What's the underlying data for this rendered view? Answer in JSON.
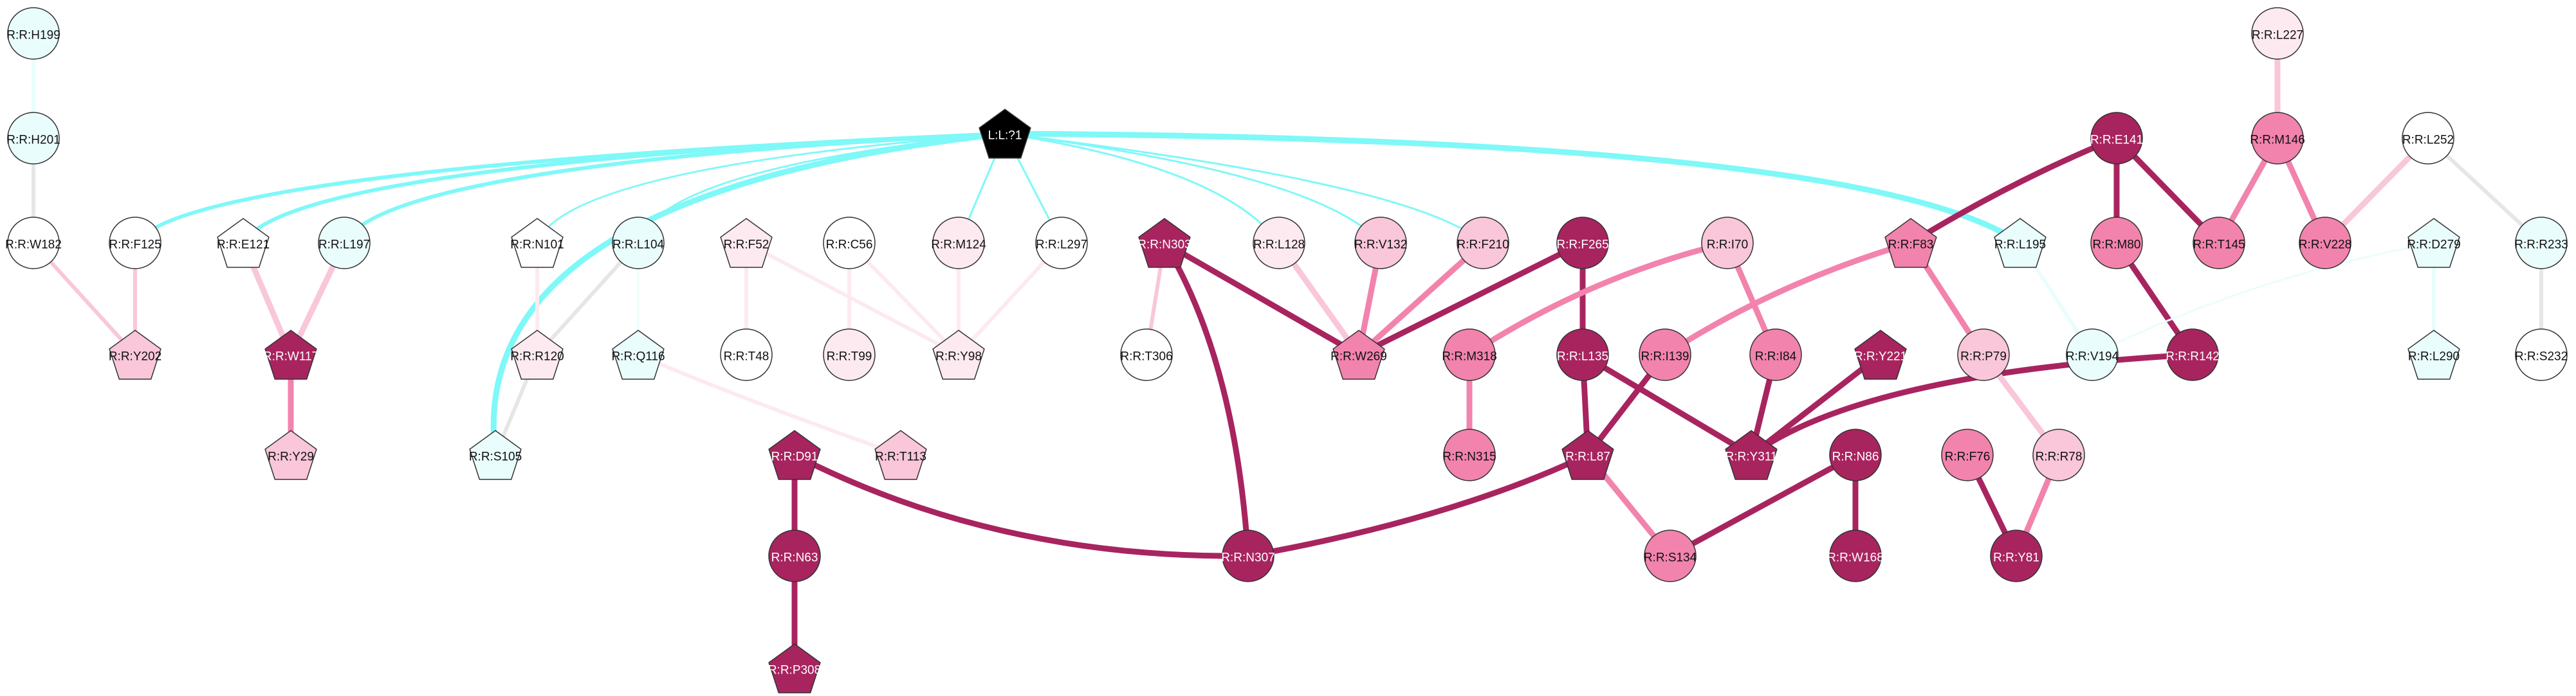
{
  "palette": {
    "white": "#ffffff",
    "very_light_pink": "#fdeaf1",
    "light_pink": "#f9c6da",
    "pink": "#f283ad",
    "magenta": "#a8245f",
    "black": "#000000",
    "light_cyan": "#eafdfd",
    "cyan": "#7ff8f8",
    "grey": "#e6e6e6",
    "outline": "#333333"
  },
  "nodes": [
    {
      "id": "H199",
      "label": "R:R:H199",
      "shape": "circle",
      "fill": "light_cyan"
    },
    {
      "id": "H201",
      "label": "R:R:H201",
      "shape": "circle",
      "fill": "light_cyan"
    },
    {
      "id": "W182",
      "label": "R:R:W182",
      "shape": "circle",
      "fill": "white"
    },
    {
      "id": "F125",
      "label": "R:R:F125",
      "shape": "circle",
      "fill": "white"
    },
    {
      "id": "Y202",
      "label": "R:R:Y202",
      "shape": "pentagon",
      "fill": "light_pink"
    },
    {
      "id": "E121",
      "label": "R:R:E121",
      "shape": "pentagon",
      "fill": "white"
    },
    {
      "id": "L197",
      "label": "R:R:L197",
      "shape": "circle",
      "fill": "light_cyan"
    },
    {
      "id": "W117",
      "label": "R:R:W117",
      "shape": "pentagon",
      "fill": "magenta"
    },
    {
      "id": "Y29",
      "label": "R:R:Y29",
      "shape": "pentagon",
      "fill": "light_pink"
    },
    {
      "id": "LIG",
      "label": "L:L:?1",
      "shape": "pentagon",
      "fill": "black"
    },
    {
      "id": "N101",
      "label": "R:R:N101",
      "shape": "pentagon",
      "fill": "white"
    },
    {
      "id": "L104",
      "label": "R:R:L104",
      "shape": "circle",
      "fill": "light_cyan"
    },
    {
      "id": "R120",
      "label": "R:R:R120",
      "shape": "pentagon",
      "fill": "very_light_pink"
    },
    {
      "id": "Q116",
      "label": "R:R:Q116",
      "shape": "pentagon",
      "fill": "light_cyan"
    },
    {
      "id": "S105",
      "label": "R:R:S105",
      "shape": "pentagon",
      "fill": "light_cyan"
    },
    {
      "id": "F52",
      "label": "R:R:F52",
      "shape": "pentagon",
      "fill": "very_light_pink"
    },
    {
      "id": "T48",
      "label": "R:R:T48",
      "shape": "circle",
      "fill": "white"
    },
    {
      "id": "C56",
      "label": "R:R:C56",
      "shape": "circle",
      "fill": "white"
    },
    {
      "id": "T99",
      "label": "R:R:T99",
      "shape": "circle",
      "fill": "very_light_pink"
    },
    {
      "id": "M124",
      "label": "R:R:M124",
      "shape": "circle",
      "fill": "very_light_pink"
    },
    {
      "id": "Y98",
      "label": "R:R:Y98",
      "shape": "pentagon",
      "fill": "very_light_pink"
    },
    {
      "id": "L297",
      "label": "R:R:L297",
      "shape": "circle",
      "fill": "white"
    },
    {
      "id": "T113",
      "label": "R:R:T113",
      "shape": "pentagon",
      "fill": "light_pink"
    },
    {
      "id": "N303",
      "label": "R:R:N303",
      "shape": "pentagon",
      "fill": "magenta"
    },
    {
      "id": "T306",
      "label": "R:R:T306",
      "shape": "circle",
      "fill": "white"
    },
    {
      "id": "D91",
      "label": "R:R:D91",
      "shape": "pentagon",
      "fill": "magenta"
    },
    {
      "id": "N63",
      "label": "R:R:N63",
      "shape": "circle",
      "fill": "magenta"
    },
    {
      "id": "P308",
      "label": "R:R:P308",
      "shape": "pentagon",
      "fill": "magenta"
    },
    {
      "id": "N307",
      "label": "R:R:N307",
      "shape": "circle",
      "fill": "magenta"
    },
    {
      "id": "L128",
      "label": "R:R:L128",
      "shape": "circle",
      "fill": "very_light_pink"
    },
    {
      "id": "V132",
      "label": "R:R:V132",
      "shape": "circle",
      "fill": "light_pink"
    },
    {
      "id": "F210",
      "label": "R:R:F210",
      "shape": "circle",
      "fill": "light_pink"
    },
    {
      "id": "W269",
      "label": "R:R:W269",
      "shape": "pentagon",
      "fill": "pink"
    },
    {
      "id": "F265",
      "label": "R:R:F265",
      "shape": "circle",
      "fill": "magenta"
    },
    {
      "id": "M318",
      "label": "R:R:M318",
      "shape": "circle",
      "fill": "pink"
    },
    {
      "id": "N315",
      "label": "R:R:N315",
      "shape": "circle",
      "fill": "pink"
    },
    {
      "id": "L135",
      "label": "R:R:L135",
      "shape": "circle",
      "fill": "magenta"
    },
    {
      "id": "I70",
      "label": "R:R:I70",
      "shape": "circle",
      "fill": "light_pink"
    },
    {
      "id": "I139",
      "label": "R:R:I139",
      "shape": "circle",
      "fill": "pink"
    },
    {
      "id": "I84",
      "label": "R:R:I84",
      "shape": "circle",
      "fill": "pink"
    },
    {
      "id": "L87",
      "label": "R:R:L87",
      "shape": "pentagon",
      "fill": "magenta"
    },
    {
      "id": "Y221",
      "label": "R:R:Y221",
      "shape": "pentagon",
      "fill": "magenta"
    },
    {
      "id": "Y311",
      "label": "R:R:Y311",
      "shape": "pentagon",
      "fill": "magenta"
    },
    {
      "id": "S134",
      "label": "R:R:S134",
      "shape": "circle",
      "fill": "pink"
    },
    {
      "id": "N86",
      "label": "R:R:N86",
      "shape": "circle",
      "fill": "magenta"
    },
    {
      "id": "W168",
      "label": "R:R:W168",
      "shape": "circle",
      "fill": "magenta"
    },
    {
      "id": "F83",
      "label": "R:R:F83",
      "shape": "pentagon",
      "fill": "pink"
    },
    {
      "id": "E141",
      "label": "R:R:E141",
      "shape": "circle",
      "fill": "magenta"
    },
    {
      "id": "M80",
      "label": "R:R:M80",
      "shape": "circle",
      "fill": "pink"
    },
    {
      "id": "P79",
      "label": "R:R:P79",
      "shape": "circle",
      "fill": "light_pink"
    },
    {
      "id": "R78",
      "label": "R:R:R78",
      "shape": "circle",
      "fill": "light_pink"
    },
    {
      "id": "F76",
      "label": "R:R:F76",
      "shape": "circle",
      "fill": "pink"
    },
    {
      "id": "Y81",
      "label": "R:R:Y81",
      "shape": "circle",
      "fill": "magenta"
    },
    {
      "id": "R142",
      "label": "R:R:R142",
      "shape": "circle",
      "fill": "magenta"
    },
    {
      "id": "L195",
      "label": "R:R:L195",
      "shape": "pentagon",
      "fill": "light_cyan"
    },
    {
      "id": "V194",
      "label": "R:R:V194",
      "shape": "circle",
      "fill": "light_cyan"
    },
    {
      "id": "L227",
      "label": "R:R:L227",
      "shape": "circle",
      "fill": "very_light_pink"
    },
    {
      "id": "M146",
      "label": "R:R:M146",
      "shape": "circle",
      "fill": "pink"
    },
    {
      "id": "T145",
      "label": "R:R:T145",
      "shape": "circle",
      "fill": "pink"
    },
    {
      "id": "V228",
      "label": "R:R:V228",
      "shape": "circle",
      "fill": "pink"
    },
    {
      "id": "L252",
      "label": "R:R:L252",
      "shape": "circle",
      "fill": "white"
    },
    {
      "id": "D279",
      "label": "R:R:D279",
      "shape": "pentagon",
      "fill": "light_cyan"
    },
    {
      "id": "L290",
      "label": "R:R:L290",
      "shape": "pentagon",
      "fill": "light_cyan"
    },
    {
      "id": "R233",
      "label": "R:R:R233",
      "shape": "circle",
      "fill": "light_cyan"
    },
    {
      "id": "S232",
      "label": "R:R:S232",
      "shape": "circle",
      "fill": "white"
    }
  ],
  "edges": [
    {
      "source": "H199",
      "target": "H201",
      "color": "light_cyan",
      "weight": 2
    },
    {
      "source": "H201",
      "target": "W182",
      "color": "grey",
      "weight": 2
    },
    {
      "source": "W182",
      "target": "Y202",
      "color": "light_pink",
      "weight": 2
    },
    {
      "source": "F125",
      "target": "Y202",
      "color": "light_pink",
      "weight": 2
    },
    {
      "source": "E121",
      "target": "W117",
      "color": "light_pink",
      "weight": 3
    },
    {
      "source": "L197",
      "target": "W117",
      "color": "light_pink",
      "weight": 3
    },
    {
      "source": "W117",
      "target": "Y29",
      "color": "pink",
      "weight": 3
    },
    {
      "source": "LIG",
      "target": "F125",
      "color": "cyan",
      "weight": 2
    },
    {
      "source": "LIG",
      "target": "E121",
      "color": "cyan",
      "weight": 2
    },
    {
      "source": "LIG",
      "target": "L197",
      "color": "cyan",
      "weight": 2
    },
    {
      "source": "LIG",
      "target": "S105",
      "color": "cyan",
      "weight": 3
    },
    {
      "source": "LIG",
      "target": "N101",
      "color": "cyan",
      "weight": 1
    },
    {
      "source": "LIG",
      "target": "L104",
      "color": "cyan",
      "weight": 1
    },
    {
      "source": "LIG",
      "target": "M124",
      "color": "cyan",
      "weight": 1
    },
    {
      "source": "LIG",
      "target": "L297",
      "color": "cyan",
      "weight": 1
    },
    {
      "source": "LIG",
      "target": "L128",
      "color": "cyan",
      "weight": 1
    },
    {
      "source": "LIG",
      "target": "V132",
      "color": "cyan",
      "weight": 1
    },
    {
      "source": "LIG",
      "target": "F210",
      "color": "cyan",
      "weight": 1
    },
    {
      "source": "LIG",
      "target": "L195",
      "color": "cyan",
      "weight": 3
    },
    {
      "source": "N101",
      "target": "R120",
      "color": "very_light_pink",
      "weight": 2
    },
    {
      "source": "L104",
      "target": "R120",
      "color": "grey",
      "weight": 2
    },
    {
      "source": "L104",
      "target": "Q116",
      "color": "light_cyan",
      "weight": 1
    },
    {
      "source": "R120",
      "target": "S105",
      "color": "grey",
      "weight": 2
    },
    {
      "source": "Q116",
      "target": "T113",
      "color": "very_light_pink",
      "weight": 2
    },
    {
      "source": "F52",
      "target": "T48",
      "color": "very_light_pink",
      "weight": 2
    },
    {
      "source": "F52",
      "target": "Y98",
      "color": "very_light_pink",
      "weight": 2
    },
    {
      "source": "C56",
      "target": "T99",
      "color": "very_light_pink",
      "weight": 2
    },
    {
      "source": "C56",
      "target": "Y98",
      "color": "very_light_pink",
      "weight": 2
    },
    {
      "source": "M124",
      "target": "Y98",
      "color": "very_light_pink",
      "weight": 2
    },
    {
      "source": "L297",
      "target": "Y98",
      "color": "very_light_pink",
      "weight": 2
    },
    {
      "source": "N303",
      "target": "T306",
      "color": "light_pink",
      "weight": 2
    },
    {
      "source": "N303",
      "target": "W269",
      "color": "magenta",
      "weight": 3
    },
    {
      "source": "N303",
      "target": "N307",
      "color": "magenta",
      "weight": 3
    },
    {
      "source": "D91",
      "target": "N63",
      "color": "magenta",
      "weight": 3
    },
    {
      "source": "N63",
      "target": "P308",
      "color": "magenta",
      "weight": 3
    },
    {
      "source": "D91",
      "target": "N307",
      "color": "magenta",
      "weight": 3
    },
    {
      "source": "N307",
      "target": "L87",
      "color": "magenta",
      "weight": 3
    },
    {
      "source": "L128",
      "target": "W269",
      "color": "light_pink",
      "weight": 3
    },
    {
      "source": "V132",
      "target": "W269",
      "color": "pink",
      "weight": 3
    },
    {
      "source": "F210",
      "target": "W269",
      "color": "pink",
      "weight": 3
    },
    {
      "source": "F265",
      "target": "W269",
      "color": "magenta",
      "weight": 3
    },
    {
      "source": "F265",
      "target": "L135",
      "color": "magenta",
      "weight": 3
    },
    {
      "source": "I70",
      "target": "M318",
      "color": "pink",
      "weight": 3
    },
    {
      "source": "I70",
      "target": "I84",
      "color": "pink",
      "weight": 3
    },
    {
      "source": "M318",
      "target": "N315",
      "color": "pink",
      "weight": 3
    },
    {
      "source": "L135",
      "target": "L87",
      "color": "magenta",
      "weight": 3
    },
    {
      "source": "L135",
      "target": "Y311",
      "color": "magenta",
      "weight": 3
    },
    {
      "source": "I139",
      "target": "L87",
      "color": "magenta",
      "weight": 3
    },
    {
      "source": "I84",
      "target": "Y311",
      "color": "magenta",
      "weight": 3
    },
    {
      "source": "Y221",
      "target": "Y311",
      "color": "magenta",
      "weight": 3
    },
    {
      "source": "L87",
      "target": "S134",
      "color": "pink",
      "weight": 3
    },
    {
      "source": "N86",
      "target": "S134",
      "color": "magenta",
      "weight": 3
    },
    {
      "source": "N86",
      "target": "W168",
      "color": "magenta",
      "weight": 3
    },
    {
      "source": "F83",
      "target": "I139",
      "color": "pink",
      "weight": 3
    },
    {
      "source": "F83",
      "target": "P79",
      "color": "pink",
      "weight": 3
    },
    {
      "source": "E141",
      "target": "F83",
      "color": "magenta",
      "weight": 3
    },
    {
      "source": "E141",
      "target": "M80",
      "color": "magenta",
      "weight": 3
    },
    {
      "source": "E141",
      "target": "T145",
      "color": "magenta",
      "weight": 3
    },
    {
      "source": "M80",
      "target": "R142",
      "color": "magenta",
      "weight": 3
    },
    {
      "source": "R142",
      "target": "Y311",
      "color": "magenta",
      "weight": 3
    },
    {
      "source": "P79",
      "target": "R78",
      "color": "light_pink",
      "weight": 3
    },
    {
      "source": "R78",
      "target": "Y81",
      "color": "pink",
      "weight": 3
    },
    {
      "source": "F76",
      "target": "Y81",
      "color": "magenta",
      "weight": 3
    },
    {
      "source": "L195",
      "target": "V194",
      "color": "light_cyan",
      "weight": 2
    },
    {
      "source": "D279",
      "target": "V194",
      "color": "light_cyan",
      "weight": 1
    },
    {
      "source": "D279",
      "target": "L290",
      "color": "light_cyan",
      "weight": 2
    },
    {
      "source": "L227",
      "target": "M146",
      "color": "light_pink",
      "weight": 3
    },
    {
      "source": "M146",
      "target": "T145",
      "color": "pink",
      "weight": 3
    },
    {
      "source": "M146",
      "target": "V228",
      "color": "pink",
      "weight": 3
    },
    {
      "source": "L252",
      "target": "V228",
      "color": "light_pink",
      "weight": 3
    },
    {
      "source": "L252",
      "target": "R233",
      "color": "grey",
      "weight": 2
    },
    {
      "source": "R233",
      "target": "S232",
      "color": "grey",
      "weight": 2
    }
  ]
}
